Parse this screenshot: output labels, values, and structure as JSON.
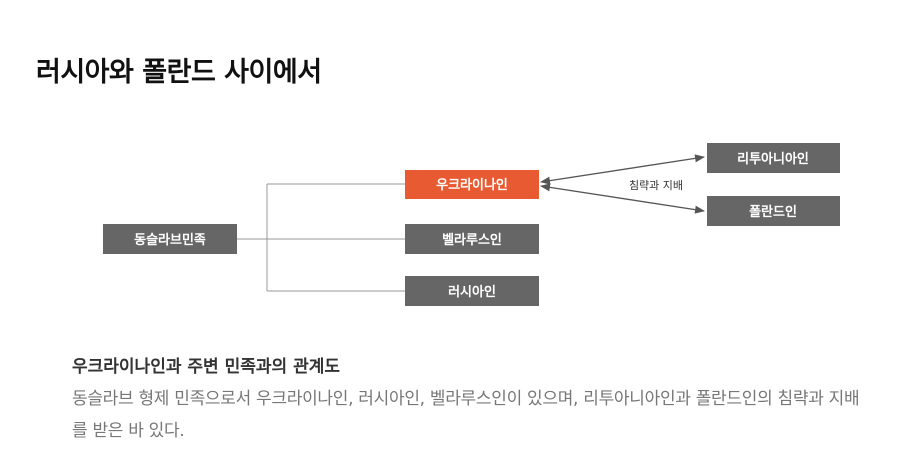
{
  "page": {
    "title": "러시아와 폴란드 사이에서"
  },
  "diagram": {
    "nodes": {
      "east_slavs": "동슬라브민족",
      "ukrainians": "우크라이나인",
      "belarusians": "벨라루스인",
      "russians": "러시아인",
      "lithuanians": "리투아니아인",
      "poles": "폴란드인"
    },
    "edge_label": "침략과 지배"
  },
  "caption": {
    "title": "우크라이나인과 주변 민족과의 관계도",
    "body": "동슬라브 형제 민족으로서 우크라이나인, 러시아인, 벨라루스인이 있으며, 리투아니아인과 폴란드인의 침략과 지배를 받은 바 있다."
  },
  "colors": {
    "node_gray": "#666666",
    "node_highlight": "#e85a32",
    "line_gray": "#999999",
    "arrow": "#555555"
  }
}
